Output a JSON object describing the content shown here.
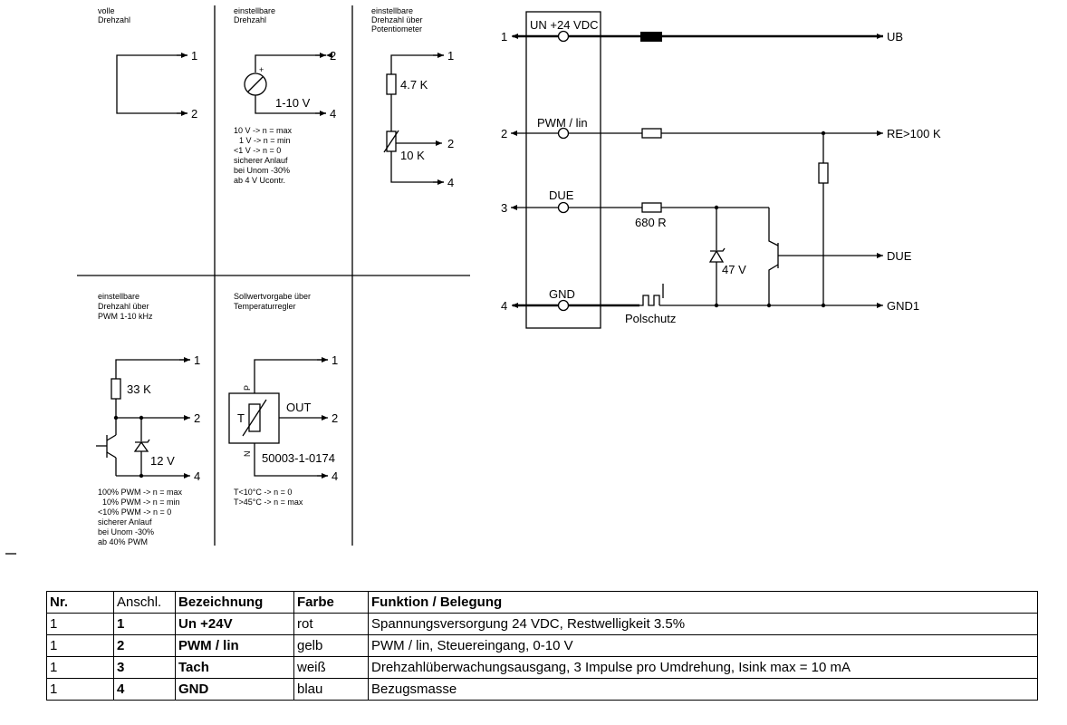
{
  "panels": {
    "full": {
      "title": [
        "volle",
        "Drehzahl"
      ]
    },
    "adjustable": {
      "title": [
        "einstellbare",
        "Drehzahl"
      ],
      "voltage": "1-10 V",
      "notes": [
        "10 V -> n = max",
        "1 V -> n = min",
        "<1 V -> n = 0",
        "sicherer Anlauf",
        "bei Unom -30%",
        "ab 4 V Ucontr."
      ]
    },
    "potentiometer": {
      "title": [
        "einstellbare",
        "Drehzahl über",
        "Potentiometer"
      ],
      "r1": "4.7 K",
      "r2": "10 K"
    },
    "pwm": {
      "title": [
        "einstellbare",
        "Drehzahl über",
        "PWM 1-10 kHz"
      ],
      "r1": "33 K",
      "zener": "12 V",
      "notes": [
        "100% PWM -> n = max",
        "10% PWM -> n = min",
        "<10% PWM -> n = 0",
        "sicherer Anlauf",
        "bei Unom -30%",
        "ab 40% PWM"
      ]
    },
    "temp": {
      "title": [
        "Sollwertvorgabe über",
        "Temperaturregler"
      ],
      "p": "P",
      "n": "N",
      "t": "T",
      "out": "OUT",
      "part": "50003-1-0174",
      "notes": [
        "T<10°C -> n = 0",
        "T>45°C -> n = max"
      ]
    },
    "pins": {
      "p1": "1",
      "p2": "2",
      "p4": "4"
    }
  },
  "circuit": {
    "connector": "UN +24 VDC",
    "pwm": "PWM / lin",
    "due": "DUE",
    "gnd": "GND",
    "pins": [
      "1",
      "2",
      "3",
      "4"
    ],
    "outputs": {
      "ub": "UB",
      "re": "RE>100 K",
      "due": "DUE",
      "gnd1": "GND1"
    },
    "r680": "680 R",
    "zener": "47 V",
    "polschutz": "Polschutz"
  },
  "table": {
    "headers": [
      "Nr.",
      "Anschl.",
      "Bezeichnung",
      "Farbe",
      "Funktion / Belegung"
    ],
    "rows": [
      [
        "1",
        "1",
        "Un +24V",
        "rot",
        "Spannungsversorgung 24 VDC, Restwelligkeit 3.5%"
      ],
      [
        "1",
        "2",
        "PWM / lin",
        "gelb",
        "PWM / lin, Steuereingang, 0-10 V"
      ],
      [
        "1",
        "3",
        "Tach",
        "weiß",
        "Drehzahlüberwachungsausgang, 3 Impulse pro Umdrehung, Isink max = 10 mA"
      ],
      [
        "1",
        "4",
        "GND",
        "blau",
        "Bezugsmasse"
      ]
    ]
  }
}
